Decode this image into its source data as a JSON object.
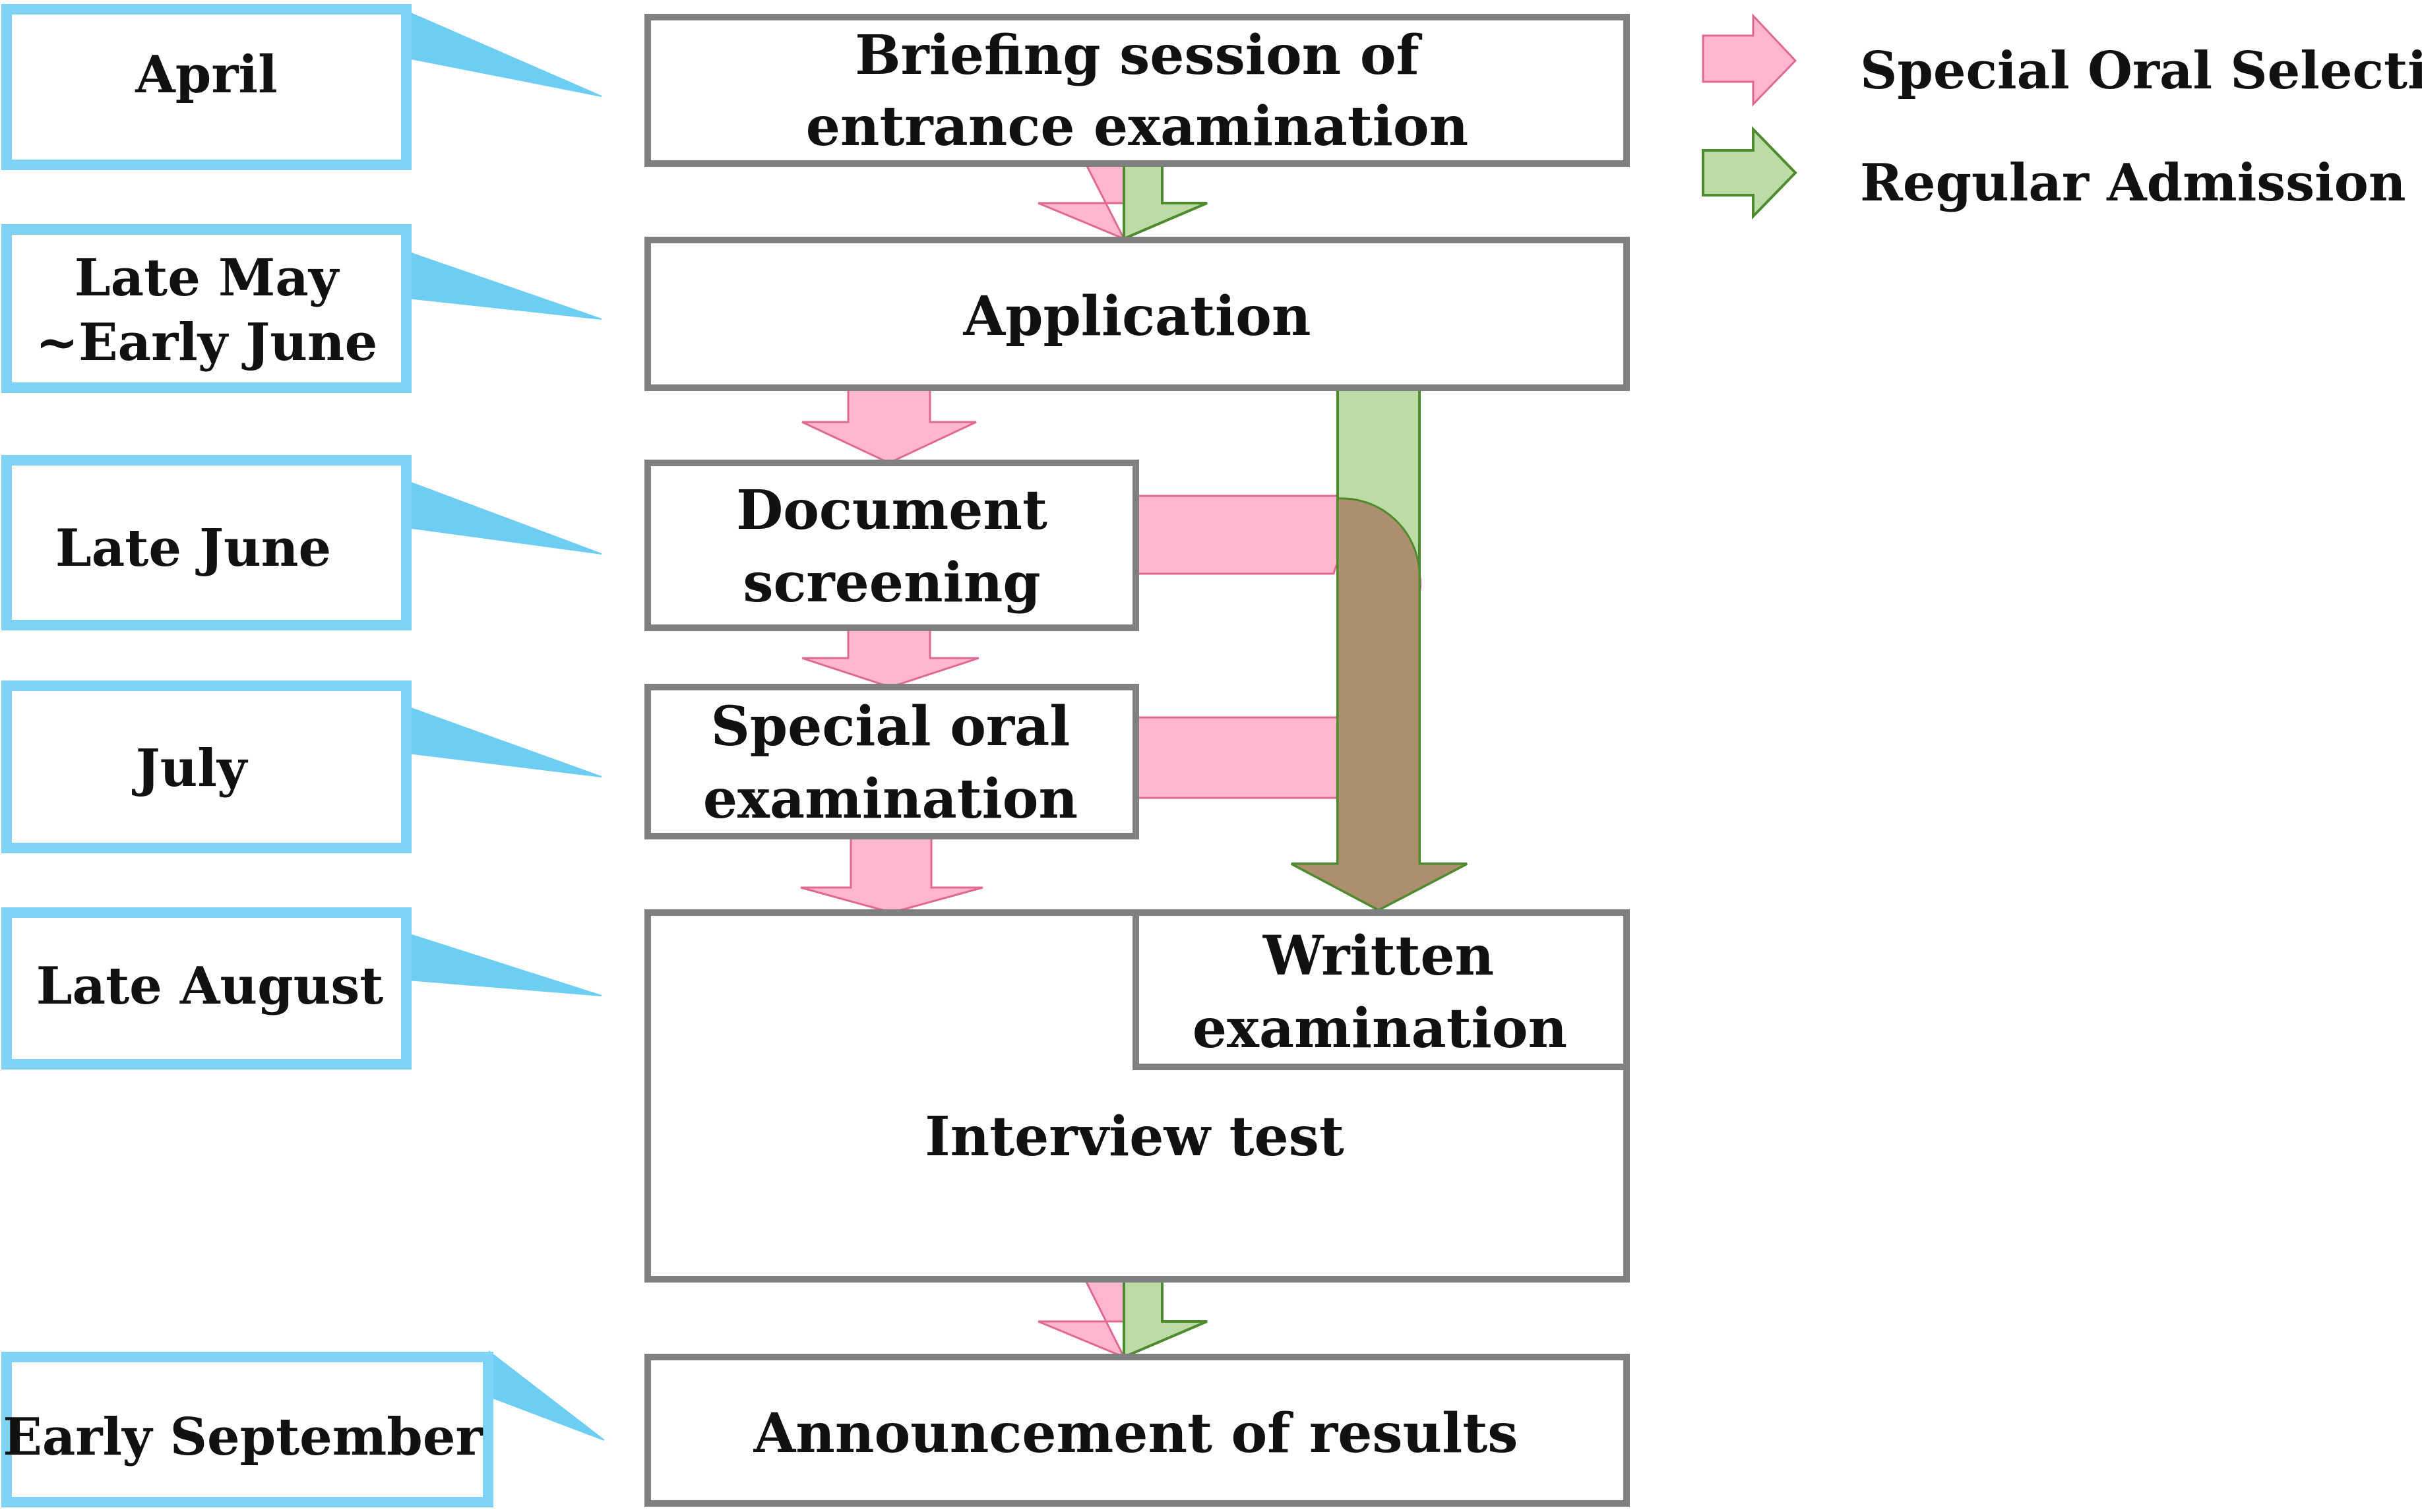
{
  "colors": {
    "callout_border": "#7fd4f5",
    "callout_pointer": "#6ecdf3",
    "step_border": "#7f7f7f",
    "special_oral_fill": "#ffb6ce",
    "special_oral_stroke": "#e0698f",
    "regular_fill": "#bcdba6",
    "regular_stroke": "#4e8a2e",
    "overlap_fill": "#ad8f6e",
    "text": "#111111"
  },
  "legend": {
    "special_oral": {
      "label": "Special Oral Selection",
      "icon": "pink-arrow-icon"
    },
    "regular": {
      "label": "Regular Admission",
      "icon": "green-arrow-icon"
    }
  },
  "timeline": [
    {
      "id": "april",
      "lines": [
        "April"
      ]
    },
    {
      "id": "late-may-early-june",
      "lines": [
        "Late May",
        "~Early June"
      ]
    },
    {
      "id": "late-june",
      "lines": [
        "Late June"
      ]
    },
    {
      "id": "july",
      "lines": [
        "July"
      ]
    },
    {
      "id": "late-august",
      "lines": [
        "Late August"
      ]
    },
    {
      "id": "early-september",
      "lines": [
        "Early September"
      ]
    }
  ],
  "steps": {
    "briefing": {
      "lines": [
        "Briefing session of",
        "entrance examination"
      ]
    },
    "application": {
      "lines": [
        "Application"
      ]
    },
    "document_screening": {
      "lines": [
        "Document",
        "screening"
      ]
    },
    "special_oral_exam": {
      "lines": [
        "Special oral",
        "examination"
      ]
    },
    "written_exam": {
      "lines": [
        "Written",
        "examination"
      ]
    },
    "interview": {
      "lines": [
        "Interview test"
      ]
    },
    "announcement": {
      "lines": [
        "Announcement of results"
      ]
    }
  }
}
